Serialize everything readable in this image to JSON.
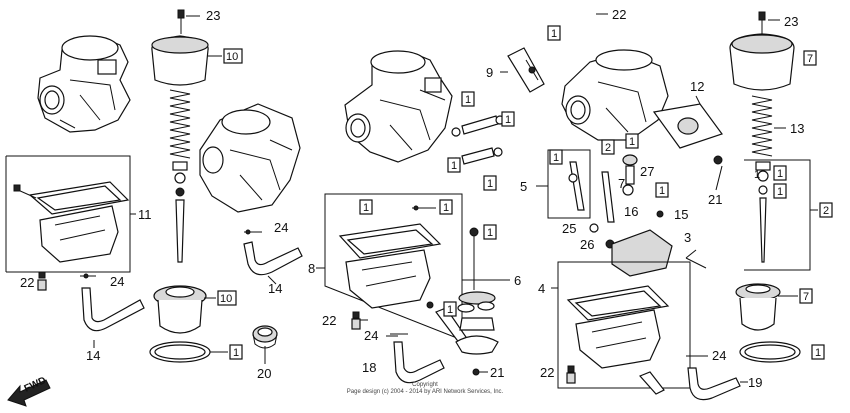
{
  "copyright": {
    "line1": "Copyright",
    "line2": "Page design (c) 2004 - 2014 by ARI Network Services, Inc."
  },
  "fwd_label": "FWD",
  "callouts": [
    {
      "id": "c23a",
      "text": "23"
    },
    {
      "id": "c10a",
      "text": "10",
      "boxed": true
    },
    {
      "id": "c11",
      "text": "11"
    },
    {
      "id": "c22a",
      "text": "22"
    },
    {
      "id": "c24a",
      "text": "24"
    },
    {
      "id": "c14a",
      "text": "14"
    },
    {
      "id": "c10b",
      "text": "10",
      "boxed": true
    },
    {
      "id": "c1a",
      "text": "1",
      "boxed": true
    },
    {
      "id": "c20",
      "text": "20"
    },
    {
      "id": "c24b",
      "text": "24"
    },
    {
      "id": "c14b",
      "text": "14"
    },
    {
      "id": "c8",
      "text": "8"
    },
    {
      "id": "c1b",
      "text": "1",
      "boxed": true
    },
    {
      "id": "c1c",
      "text": "1",
      "boxed": true
    },
    {
      "id": "c1d",
      "text": "1",
      "boxed": true
    },
    {
      "id": "c1e",
      "text": "1",
      "boxed": true
    },
    {
      "id": "c6",
      "text": "6"
    },
    {
      "id": "c22b",
      "text": "22"
    },
    {
      "id": "c24c",
      "text": "24"
    },
    {
      "id": "c18",
      "text": "18"
    },
    {
      "id": "c21a",
      "text": "21"
    },
    {
      "id": "c9",
      "text": "9"
    },
    {
      "id": "c1f",
      "text": "1",
      "boxed": true
    },
    {
      "id": "c1g",
      "text": "1",
      "boxed": true
    },
    {
      "id": "c1h",
      "text": "1",
      "boxed": true
    },
    {
      "id": "c1i",
      "text": "1",
      "boxed": true
    },
    {
      "id": "c22c",
      "text": "22"
    },
    {
      "id": "c1j",
      "text": "1",
      "boxed": true
    },
    {
      "id": "c12",
      "text": "12"
    },
    {
      "id": "c1k",
      "text": "1",
      "boxed": true
    },
    {
      "id": "c2a",
      "text": "2",
      "boxed": true
    },
    {
      "id": "c27",
      "text": "27"
    },
    {
      "id": "c7a",
      "text": "7"
    },
    {
      "id": "c1l",
      "text": "1",
      "boxed": true
    },
    {
      "id": "c21b",
      "text": "21"
    },
    {
      "id": "c5",
      "text": "5"
    },
    {
      "id": "c16",
      "text": "16"
    },
    {
      "id": "c15",
      "text": "15"
    },
    {
      "id": "c25",
      "text": "25"
    },
    {
      "id": "c1m",
      "text": "1",
      "boxed": true
    },
    {
      "id": "c26",
      "text": "26"
    },
    {
      "id": "c3",
      "text": "3"
    },
    {
      "id": "c4",
      "text": "4"
    },
    {
      "id": "c22d",
      "text": "22"
    },
    {
      "id": "c24d",
      "text": "24"
    },
    {
      "id": "c19",
      "text": "19"
    },
    {
      "id": "c23b",
      "text": "23"
    },
    {
      "id": "c7b",
      "text": "7",
      "boxed": true
    },
    {
      "id": "c13",
      "text": "13"
    },
    {
      "id": "c1n",
      "text": "1",
      "boxed": true
    },
    {
      "id": "c1o",
      "text": "1",
      "boxed": true
    },
    {
      "id": "c2b",
      "text": "2",
      "boxed": true
    },
    {
      "id": "c7c",
      "text": "7",
      "boxed": true
    },
    {
      "id": "c1p",
      "text": "1",
      "boxed": true
    },
    {
      "id": "c1q",
      "text": "1",
      "boxed": true
    }
  ]
}
